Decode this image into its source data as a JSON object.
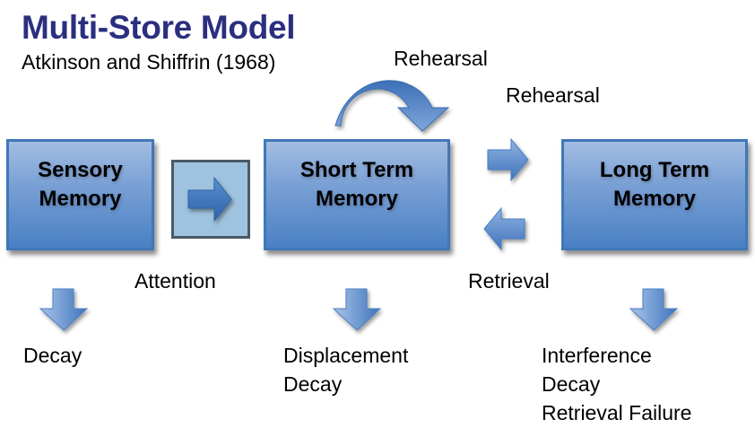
{
  "header": {
    "title": "Multi-Store Model",
    "subtitle": "Atkinson and Shiffrin (1968)"
  },
  "colors": {
    "title": "#2b2f7f",
    "box_top": "#a3bde2",
    "box_bottom": "#4a80c4",
    "box_border": "#3f78b8",
    "arrow": "#4a7fc4",
    "attention_box": "#9fc3de"
  },
  "stores": [
    {
      "label": "Sensory Memory",
      "line1": "Sensory",
      "line2": "Memory"
    },
    {
      "label": "Short Term Memory",
      "line1": "Short Term",
      "line2": "Memory"
    },
    {
      "label": "Long Term Memory",
      "line1": "Long Term",
      "line2": "Memory"
    }
  ],
  "connectors": {
    "attention": "Attention",
    "rehearsal_loop": "Rehearsal",
    "rehearsal_transfer": "Rehearsal",
    "retrieval": "Retrieval"
  },
  "forgetting": {
    "sensory": [
      "Decay"
    ],
    "short_term": [
      "Displacement",
      "Decay"
    ],
    "long_term": [
      "Interference",
      "Decay",
      "Retrieval Failure"
    ]
  }
}
